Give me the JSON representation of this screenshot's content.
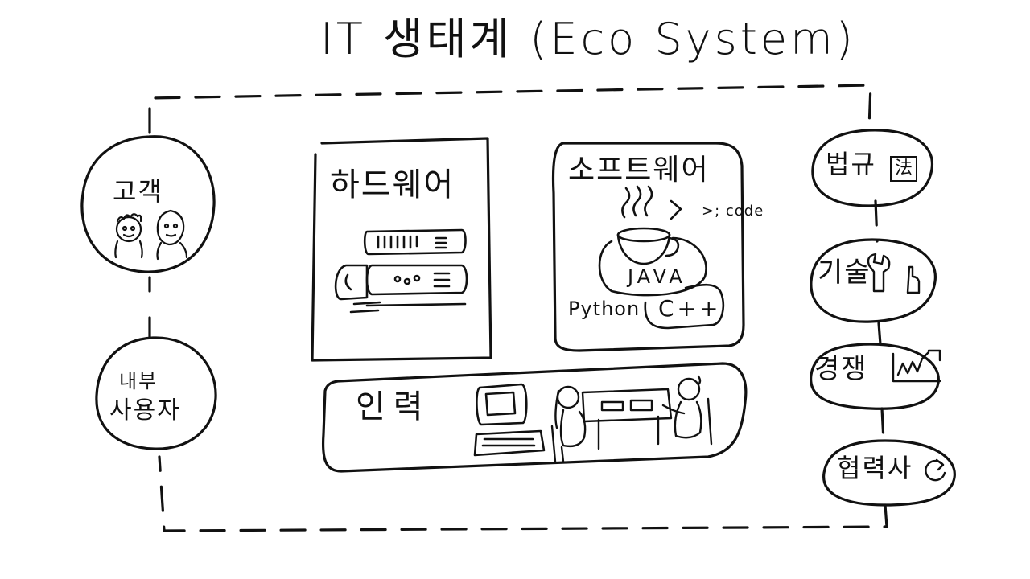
{
  "title": "IT 생태계 (Eco System)",
  "outer_elements": {
    "customer": "고객",
    "internal_users_line1": "내부",
    "internal_users_line2": "사용자"
  },
  "core": {
    "hardware": "하드웨어",
    "software": "소프트웨어",
    "code_label": ">; code",
    "java_label": "JAVA",
    "python_label": "Python",
    "cpp_label": "C++",
    "people": "인력"
  },
  "environment": {
    "law": "법규",
    "law_icon_text": "法",
    "technology": "기술",
    "competition": "경쟁",
    "cooperation": "협력사"
  },
  "colors": {
    "ink": "#111111",
    "background": "#ffffff"
  }
}
